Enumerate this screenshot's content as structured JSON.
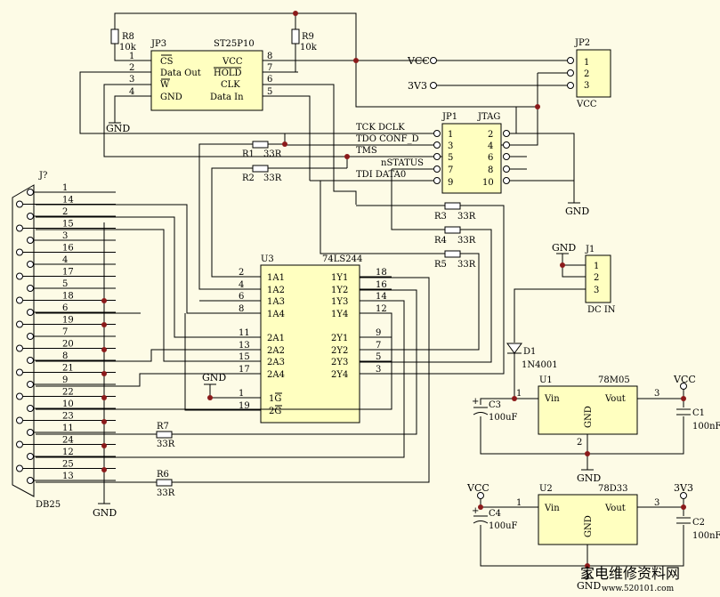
{
  "jp3": {
    "ref": "JP3",
    "part": "ST25P10",
    "left_pins": [
      "1",
      "2",
      "3",
      "4"
    ],
    "left_names": [
      "CS",
      "Data Out",
      "W",
      "GND"
    ],
    "right_pins": [
      "8",
      "7",
      "6",
      "5"
    ],
    "right_names": [
      "VCC",
      "HOLD",
      "CLK",
      "Data In"
    ]
  },
  "r8": {
    "ref": "R8",
    "value": "10k"
  },
  "r9": {
    "ref": "R9",
    "value": "10k"
  },
  "r1": {
    "ref": "R1",
    "value": "33R"
  },
  "r2": {
    "ref": "R2",
    "value": "33R"
  },
  "r3": {
    "ref": "R3",
    "value": "33R"
  },
  "r4": {
    "ref": "R4",
    "value": "33R"
  },
  "r5": {
    "ref": "R5",
    "value": "33R"
  },
  "r6": {
    "ref": "R6",
    "value": "33R"
  },
  "r7": {
    "ref": "R7",
    "value": "33R"
  },
  "gnd_label": "GND",
  "vcc_label": "VCC",
  "v3v3_label": "3V3",
  "jp2": {
    "ref": "JP2",
    "pins": [
      "1",
      "2",
      "3"
    ],
    "name": "VCC"
  },
  "jp1": {
    "ref": "JP1",
    "name": "JTAG",
    "left_pins": [
      "1",
      "3",
      "5",
      "7",
      "9"
    ],
    "right_pins": [
      "2",
      "4",
      "6",
      "8",
      "10"
    ],
    "signals": [
      "TCK DCLK",
      "TDO CONF_D",
      "TMS",
      "nSTATUS",
      "TDI DATA0"
    ]
  },
  "j7": {
    "ref": "J?",
    "name": "DB25",
    "pins": [
      "1",
      "14",
      "2",
      "15",
      "3",
      "16",
      "4",
      "17",
      "5",
      "18",
      "6",
      "19",
      "7",
      "20",
      "8",
      "21",
      "9",
      "22",
      "10",
      "23",
      "11",
      "24",
      "12",
      "25",
      "13"
    ]
  },
  "u3": {
    "ref": "U3",
    "part": "74LS244",
    "left_nums": [
      "2",
      "4",
      "6",
      "8",
      "11",
      "13",
      "15",
      "17"
    ],
    "left_names": [
      "1A1",
      "1A2",
      "1A3",
      "1A4",
      "2A1",
      "2A2",
      "2A3",
      "2A4"
    ],
    "right_names": [
      "1Y1",
      "1Y2",
      "1Y3",
      "1Y4",
      "2Y1",
      "2Y2",
      "2Y3",
      "2Y4"
    ],
    "right_nums": [
      "18",
      "16",
      "14",
      "12",
      "9",
      "7",
      "5",
      "3"
    ],
    "oe_nums": [
      "1",
      "19"
    ],
    "oe_names": [
      "1G",
      "2G"
    ]
  },
  "j1": {
    "ref": "J1",
    "pins": [
      "1",
      "2",
      "3"
    ],
    "name": "DC IN"
  },
  "d1": {
    "ref": "D1",
    "part": "1N4001"
  },
  "u1": {
    "ref": "U1",
    "part": "78M05",
    "vin": "Vin",
    "vout": "Vout",
    "gnd": "GND",
    "pin_in": "1",
    "pin_out": "3",
    "pin_gnd": "2"
  },
  "u2": {
    "ref": "U2",
    "part": "78D33",
    "vin": "Vin",
    "vout": "Vout",
    "gnd": "GND",
    "pin_in": "1",
    "pin_out": "3"
  },
  "c1": {
    "ref": "C1",
    "value": "100nF"
  },
  "c2": {
    "ref": "C2",
    "value": "100nF"
  },
  "c3": {
    "ref": "C3",
    "value": "100uF"
  },
  "c4": {
    "ref": "C4",
    "value": "100uF"
  },
  "watermark": {
    "text": "家电维修资料网",
    "url": "www.520101.com"
  }
}
